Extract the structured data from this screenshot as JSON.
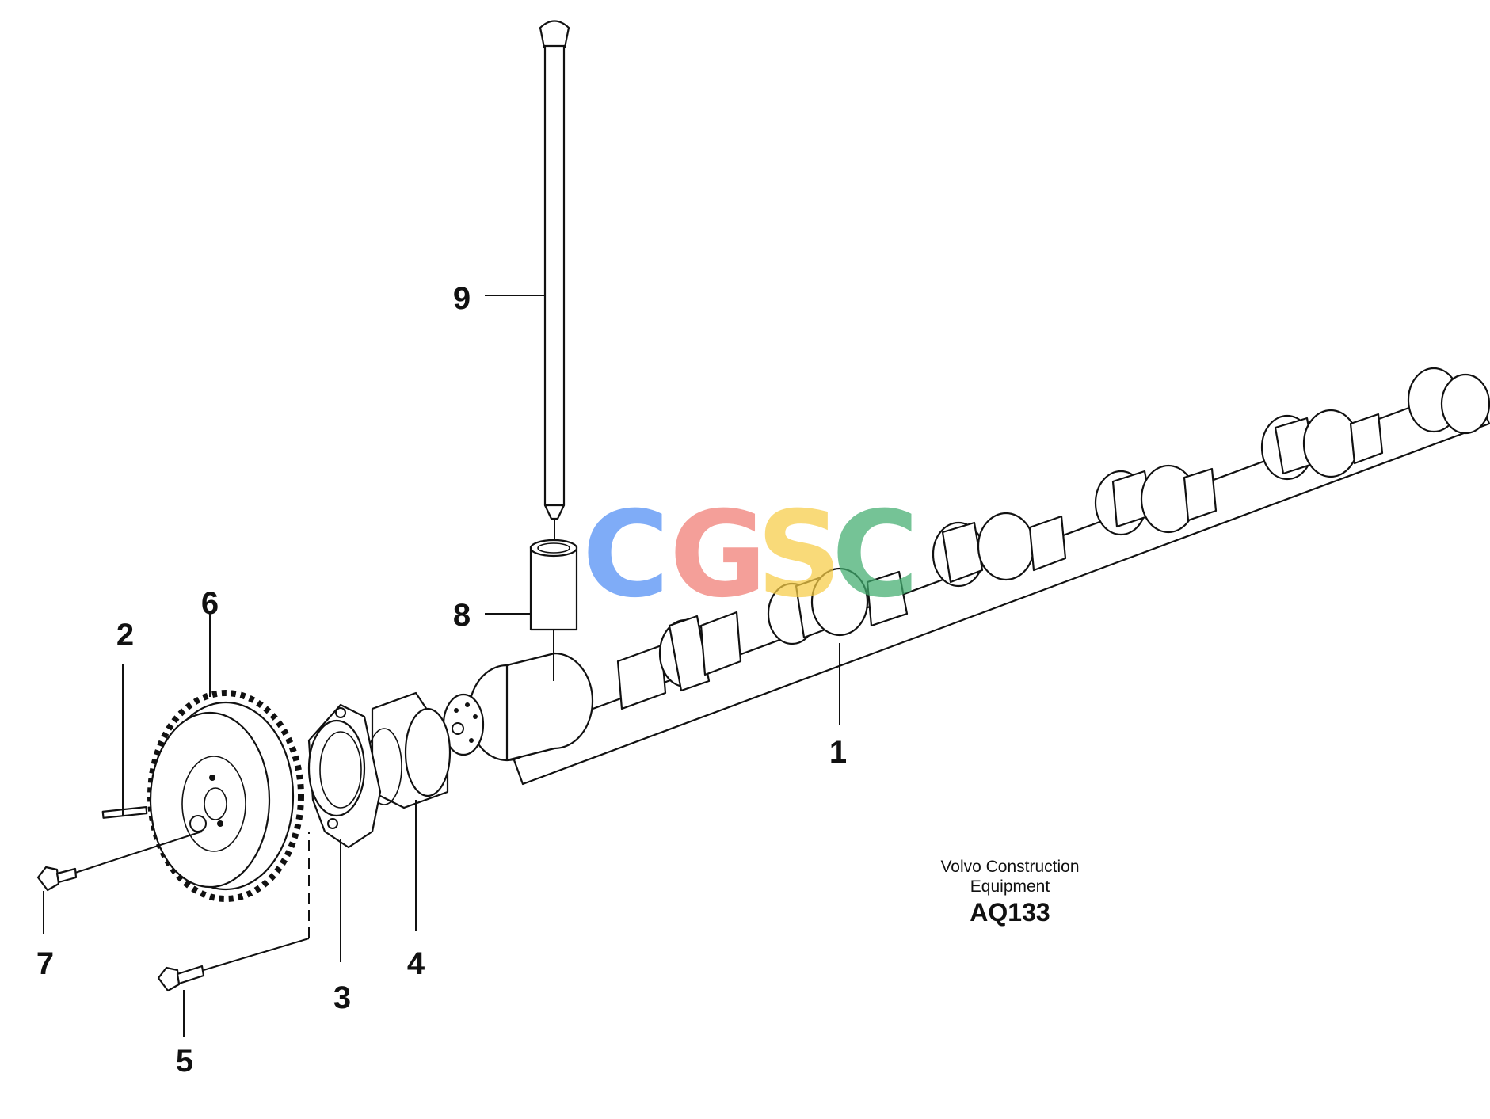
{
  "callouts": [
    {
      "number": "1",
      "part": "camshaft"
    },
    {
      "number": "2",
      "part": "pin"
    },
    {
      "number": "3",
      "part": "thrust-flange"
    },
    {
      "number": "4",
      "part": "bearing-bush"
    },
    {
      "number": "5",
      "part": "flange-screw"
    },
    {
      "number": "6",
      "part": "timing-gear"
    },
    {
      "number": "7",
      "part": "gear-screw"
    },
    {
      "number": "8",
      "part": "valve-lifter"
    },
    {
      "number": "9",
      "part": "push-rod"
    }
  ],
  "caption": {
    "line1": "Volvo Construction",
    "line2": "Equipment",
    "code": "AQ133"
  },
  "watermark": {
    "letters": [
      "C",
      "G",
      "S",
      "C"
    ],
    "colors": [
      "#4f8df5",
      "#f07b72",
      "#f7cd46",
      "#41ad6f"
    ]
  }
}
